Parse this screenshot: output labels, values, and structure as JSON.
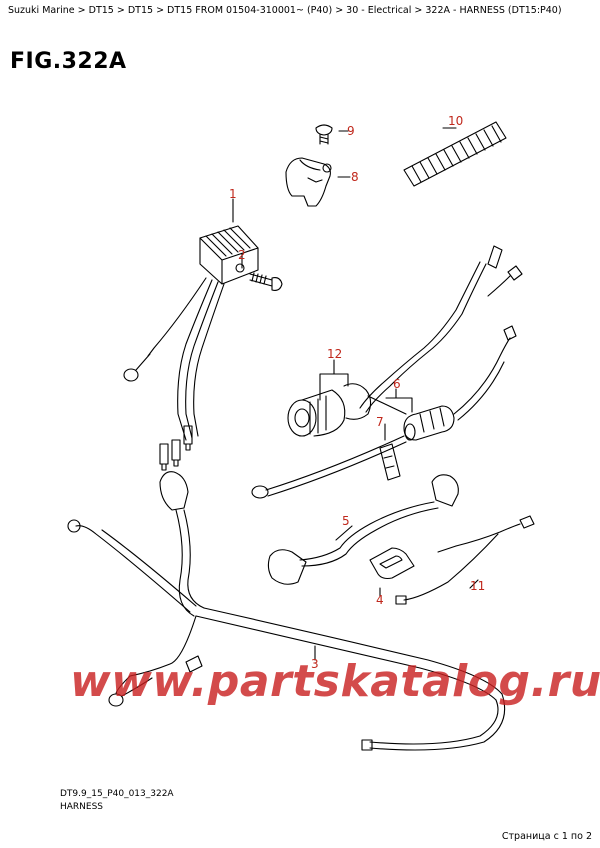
{
  "breadcrumb": "Suzuki Marine > DT15 > DT15 > DT15 FROM 01504-310001~ (P40) > 30 - Electrical > 322A - HARNESS (DT15:P40)",
  "figure_title": "FIG.322A",
  "diagram_code": "DT9.9_15_P40_013_322A",
  "caption": "HARNESS",
  "watermark": "www.partskatalog.ru",
  "pager": "Страница с 1 по 2",
  "colors": {
    "callout": "#c0281c",
    "watermark": "#c81e1e"
  },
  "callouts": {
    "n1": "1",
    "n2": "2",
    "n3": "3",
    "n4": "4",
    "n5": "5",
    "n6": "6",
    "n7": "7",
    "n8": "8",
    "n9": "9",
    "n10": "10",
    "n11": "11",
    "n12": "12"
  }
}
